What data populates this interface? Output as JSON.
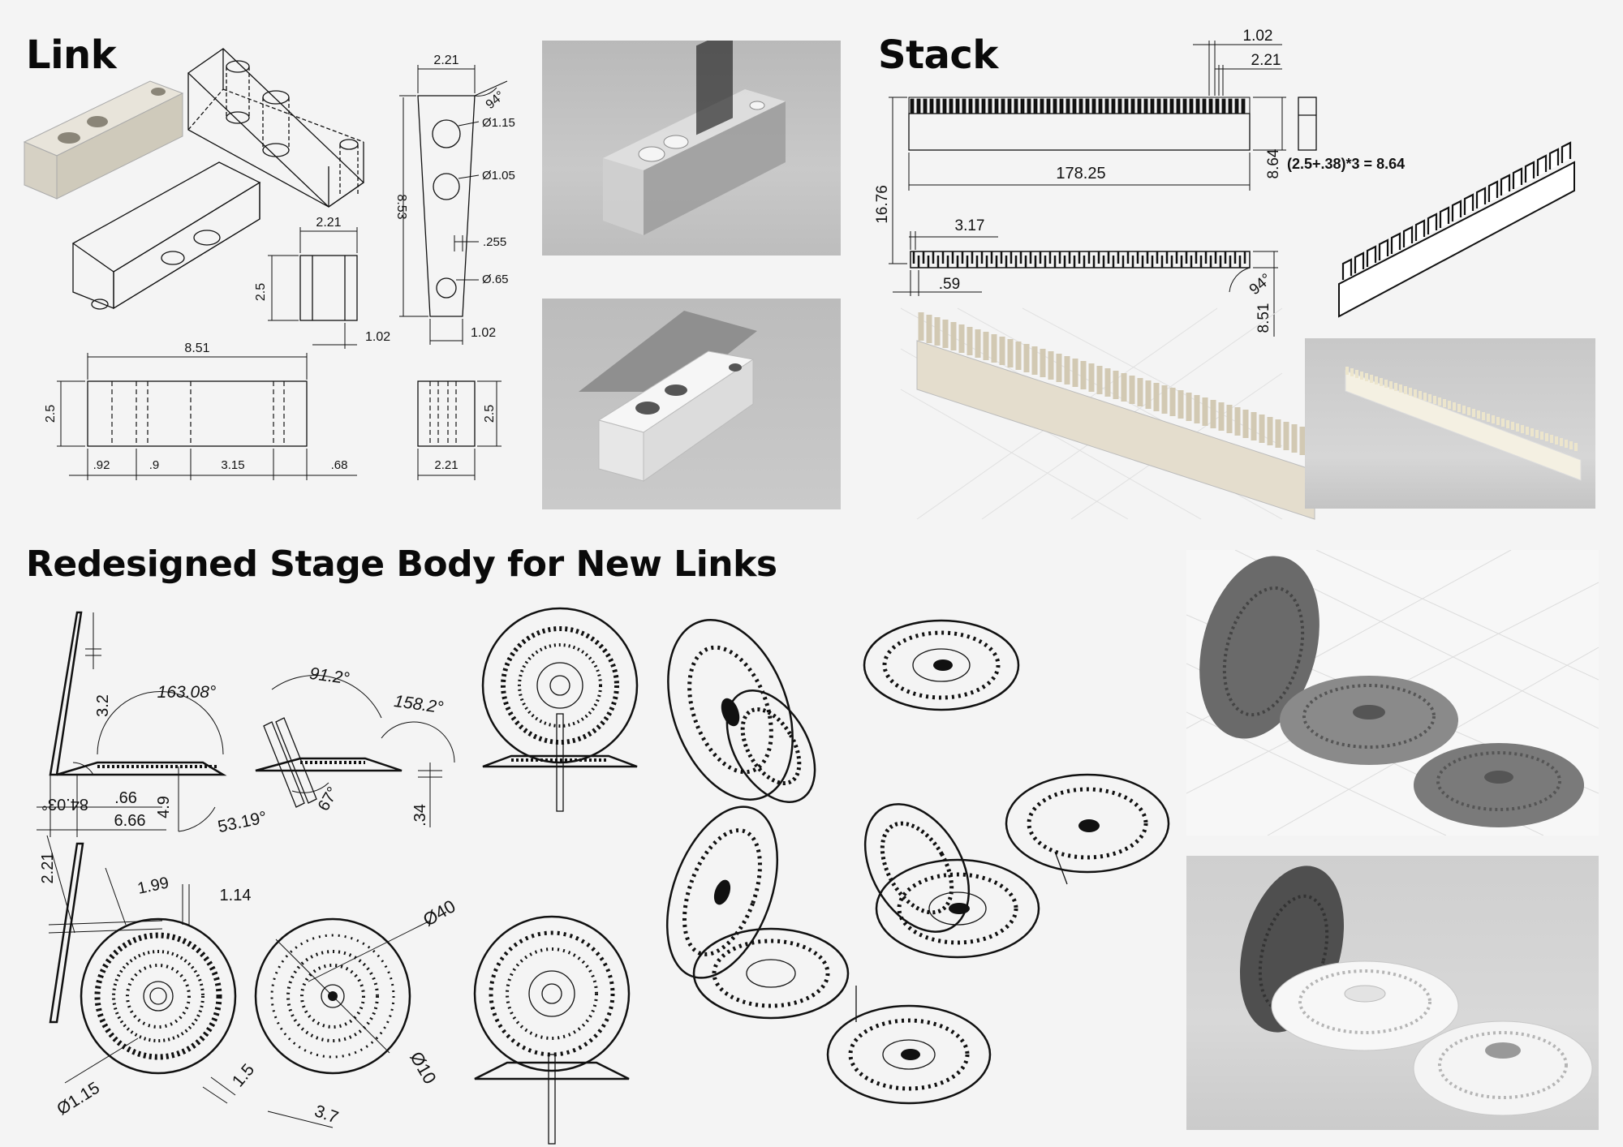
{
  "link": {
    "title": "Link",
    "dims": {
      "width_top": "2.21",
      "angle": "94°",
      "d1": "Ø1.15",
      "d2": "Ø1.05",
      "d3": "Ø.65",
      "len_diag": "8.53",
      "offset": ".255",
      "base": "1.02",
      "side_w": "2.21",
      "side_h": "2.5",
      "side_base": "1.02",
      "front_len": "8.51",
      "front_h": "2.5",
      "front_a": ".92",
      "front_b": ".9",
      "front_c": "3.15",
      "front_d": ".68",
      "end_h": "2.5",
      "end_w": "2.21"
    }
  },
  "stack": {
    "title": "Stack",
    "dims": {
      "tooth_w": "1.02",
      "pitch": "2.21",
      "length": "178.25",
      "height": "8.64",
      "total_h": "16.76",
      "formula": "(2.5+.38)*3 = 8.64",
      "gap": "3.17",
      "slot": ".59",
      "angle": "94°",
      "plan_h": "8.51"
    }
  },
  "stage": {
    "title": "Redesigned Stage Body for New Links",
    "dims": {
      "a1": "3.2",
      "a2": "163.08°",
      "a3": "91.2°",
      "a4": "158.2°",
      "a5": "84.03°",
      "a6": ".66",
      "a7": "6.66",
      "a8": "4.9",
      "a9": "53.19°",
      "a10": "67°",
      "a11": ".34",
      "b1": "2.21",
      "b2": "1.99",
      "b3": "1.14",
      "b4": "Ø40",
      "b5": "Ø1.15",
      "b6": "1.5",
      "b7": "3.7",
      "b8": "Ø10"
    }
  }
}
